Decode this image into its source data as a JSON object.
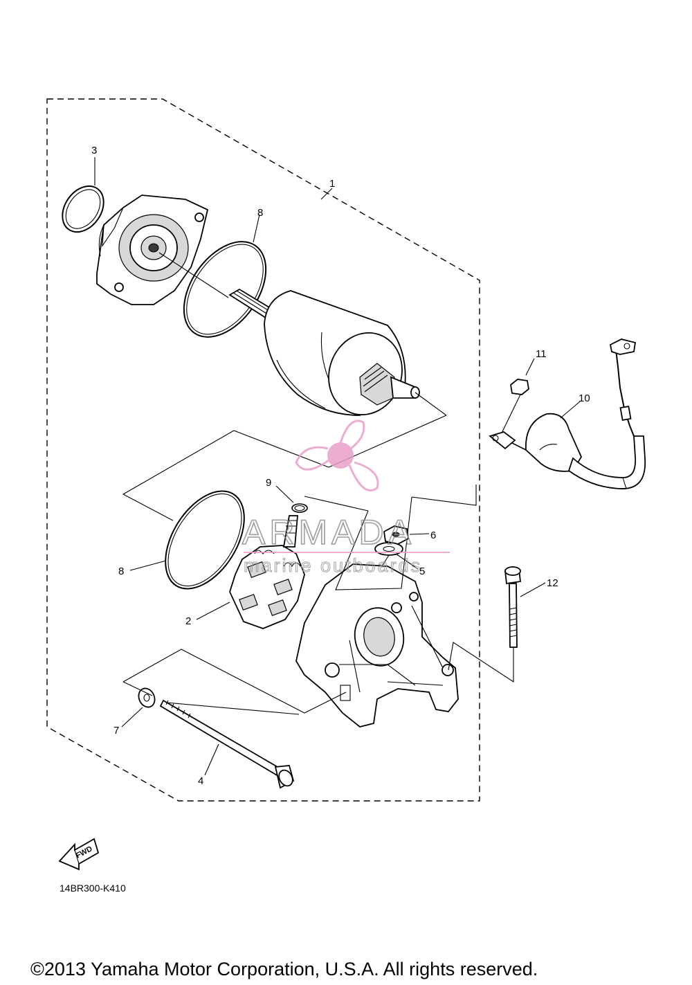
{
  "callouts": {
    "c1": "1",
    "c2": "2",
    "c3": "3",
    "c4": "4",
    "c5": "5",
    "c6": "6",
    "c7": "7",
    "c8a": "8",
    "c8b": "8",
    "c9": "9",
    "c10": "10",
    "c11": "11",
    "c12": "12"
  },
  "fwd_label": "FWD",
  "diagram_code": "14BR300-K410",
  "copyright": "©2013 Yamaha Motor Corporation, U.S.A. All rights reserved.",
  "watermark": {
    "brand": "ARMADA",
    "tagline": "marine outboards",
    "color": "#e8a0c8"
  },
  "icons": {
    "fwd": "fwd-arrow-icon",
    "logo": "propeller-logo-icon"
  }
}
